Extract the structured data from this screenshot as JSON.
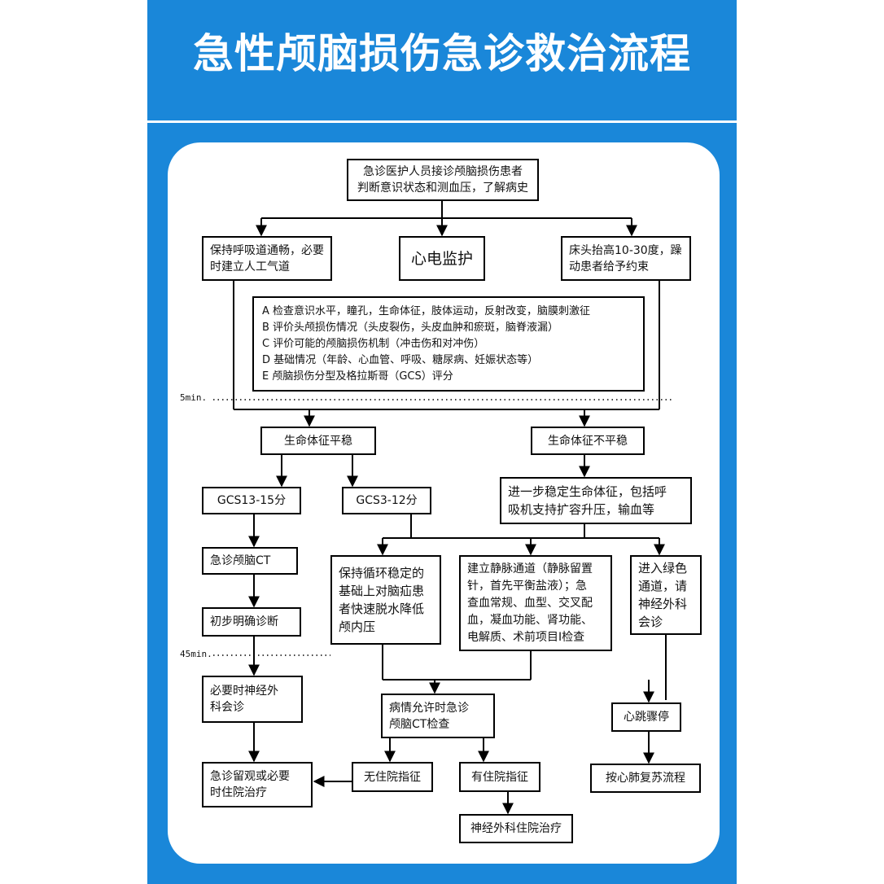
{
  "title": "急性颅脑损伤急诊救治流程",
  "nodes": {
    "start_line1": "急诊医护人员接诊颅脑损伤患者",
    "start_line2": "判断意识状态和测血压，了解病史",
    "airway_line1": "保持呼吸道通畅，必要",
    "airway_line2": "时建立人工气道",
    "ecg": "心电监护",
    "bed_line1": "床头抬高10-30度，躁",
    "bed_line2": "动患者给予约束",
    "assessment": [
      "A  检查意识水平，瞳孔，生命体征，肢体运动，反射改变，脑膜刺激征",
      "B  评价头颅损伤情况（头皮裂伤，头皮血肿和瘀斑，脑脊液漏）",
      "C  评价可能的颅脑损伤机制（冲击伤和对冲伤）",
      "D  基础情况（年龄、心血管、呼吸、糖尿病、妊娠状态等）",
      "E  颅脑损伤分型及格拉斯哥（GCS）评分"
    ],
    "stable": "生命体征平稳",
    "unstable": "生命体征不平稳",
    "gcs_high": "GCS13-15分",
    "gcs_low": "GCS3-12分",
    "stabilize_line1": "进一步稳定生命体征，包括呼",
    "stabilize_line2": "吸机支持扩容升压，输血等",
    "emergency_ct": "急诊颅脑CT",
    "prelim_dx": "初步明确诊断",
    "circ_lines": [
      "保持循环稳定的",
      "基础上对脑疝患",
      "者快速脱水降低",
      "颅内压"
    ],
    "iv_lines": [
      "建立静脉通道（静脉留置",
      "针，首先平衡盐液）；急",
      "查血常规、血型、交叉配",
      "血，凝血功能、肾功能、",
      "电解质、术前项目I检查"
    ],
    "green_lines": [
      "进入绿色",
      "通道，请",
      "神经外科",
      "会诊"
    ],
    "neuro_consult_line1": "必要时神经外",
    "neuro_consult_line2": "科会诊",
    "ct_if_allowed_line1": "病情允许时急诊",
    "ct_if_allowed_line2": "颅脑CT检查",
    "cardiac_arrest": "心跳骤停",
    "observe_line1": "急诊留观或必要",
    "observe_line2": "时住院治疗",
    "no_admit": "无住院指征",
    "admit": "有住院指征",
    "cpr": "按心肺复苏流程",
    "neuro_ward": "神经外科住院治疗"
  },
  "time_marks": {
    "t5": "5min. ",
    "t45": "45min."
  },
  "colors": {
    "poster_blue": "#1a87d9",
    "panel": "#ffffff",
    "stroke": "#000000"
  }
}
